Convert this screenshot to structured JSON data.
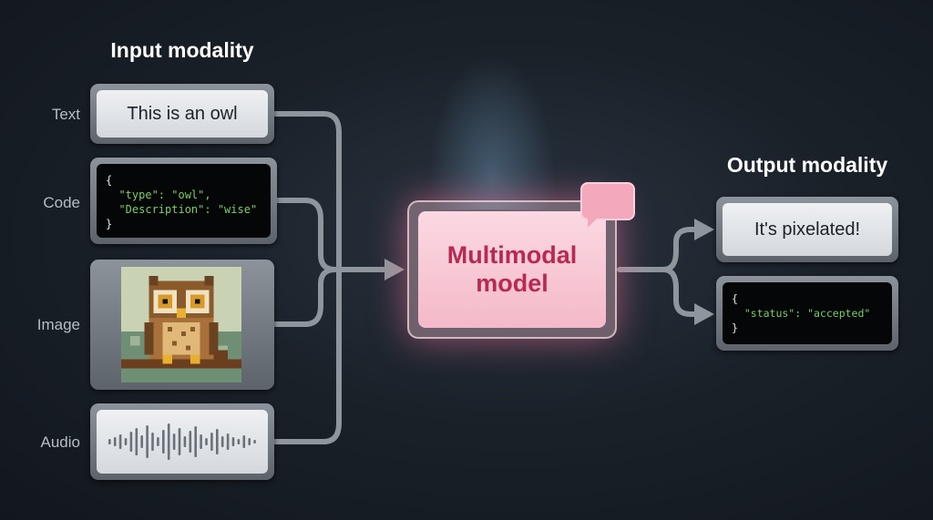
{
  "input": {
    "title": "Input modality",
    "items": [
      {
        "label": "Text",
        "content": "This is an owl"
      },
      {
        "label": "Code",
        "code": [
          "{",
          "  \"type\": \"owl\",",
          "  \"Description\": \"wise\"",
          "}"
        ]
      },
      {
        "label": "Image",
        "icon": "pixel-owl-image"
      },
      {
        "label": "Audio",
        "icon": "audio-waveform"
      }
    ]
  },
  "model": {
    "title_line1": "Multimodal",
    "title_line2": "model",
    "icon": "speech-bubble"
  },
  "output": {
    "title": "Output modality",
    "items": [
      {
        "content": "It's pixelated!"
      },
      {
        "code": [
          "{",
          "  \"status\": \"accepted\"",
          "}"
        ]
      }
    ]
  },
  "colors": {
    "model_text": "#b72a52",
    "code_text": "#7ecb6b",
    "connector": "#8e959c"
  }
}
